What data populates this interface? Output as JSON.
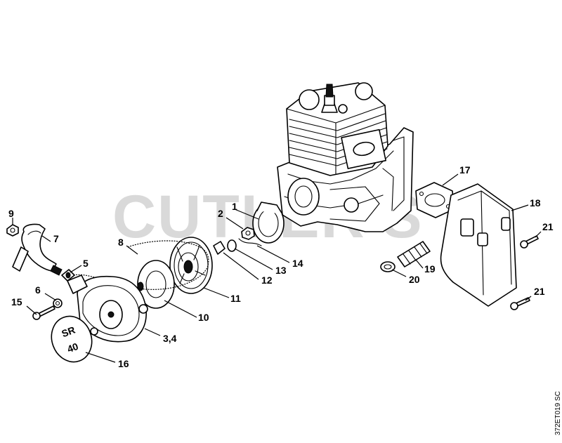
{
  "watermark": "CUTLER'S",
  "drawing_code": "372ET019 SC",
  "decal_text": [
    "SR",
    "40"
  ],
  "callouts": [
    {
      "id": "c1",
      "text": "1"
    },
    {
      "id": "c2",
      "text": "2"
    },
    {
      "id": "c3",
      "text": "3,4"
    },
    {
      "id": "c5",
      "text": "5"
    },
    {
      "id": "c6",
      "text": "6"
    },
    {
      "id": "c7",
      "text": "7"
    },
    {
      "id": "c8",
      "text": "8"
    },
    {
      "id": "c9",
      "text": "9"
    },
    {
      "id": "c10",
      "text": "10"
    },
    {
      "id": "c11",
      "text": "11"
    },
    {
      "id": "c12",
      "text": "12"
    },
    {
      "id": "c13",
      "text": "13"
    },
    {
      "id": "c14",
      "text": "14"
    },
    {
      "id": "c15",
      "text": "15"
    },
    {
      "id": "c16",
      "text": "16"
    },
    {
      "id": "c17",
      "text": "17"
    },
    {
      "id": "c18",
      "text": "18"
    },
    {
      "id": "c19",
      "text": "19"
    },
    {
      "id": "c20",
      "text": "20"
    },
    {
      "id": "c21a",
      "text": "21"
    },
    {
      "id": "c21b",
      "text": "21"
    }
  ]
}
